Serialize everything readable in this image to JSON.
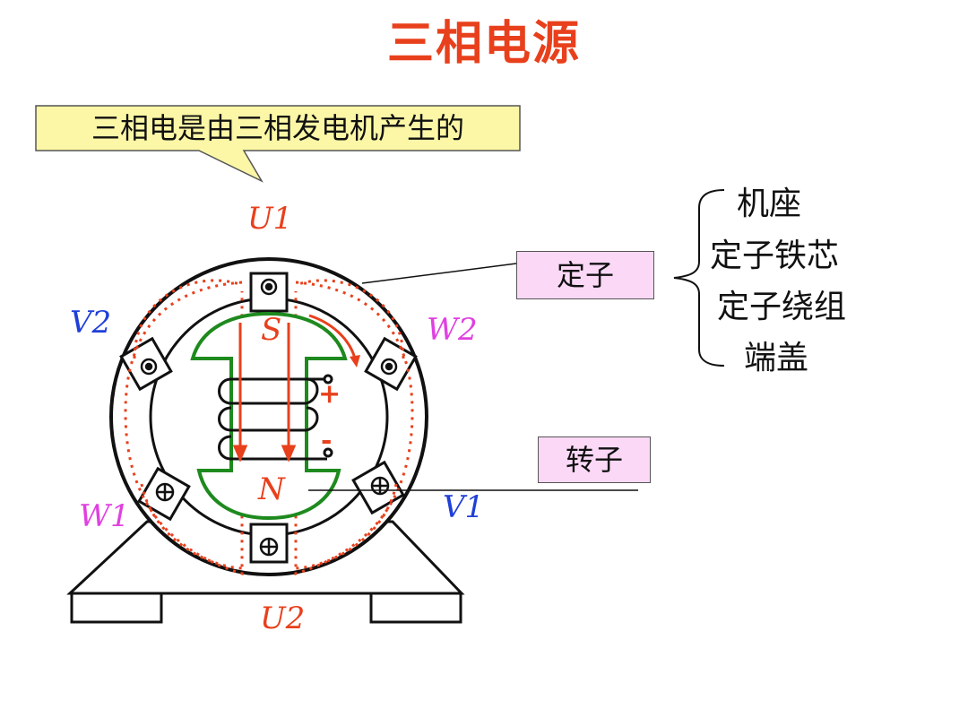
{
  "title": "三相电源",
  "callout": "三相电是由三相发电机产生的",
  "labels": {
    "stator": "定子",
    "rotor": "转子"
  },
  "stator_parts": [
    "机座",
    "定子铁芯",
    "定子绕组",
    "端盖"
  ],
  "terminals": {
    "U1": "U1",
    "U2": "U2",
    "V1": "V1",
    "V2": "V2",
    "W1": "W1",
    "W2": "W2"
  },
  "poles": {
    "north": "N",
    "south": "S"
  },
  "signs": {
    "plus": "+",
    "minus": "-"
  },
  "colors": {
    "title": "#e8401c",
    "U": "#e8401c",
    "V": "#1f3fd8",
    "W": "#e040e0",
    "rotor": "#1e8a1e",
    "callout_fill": "#fbf7a6",
    "label_fill": "#fbd8f6",
    "dotted_winding": "#e8401c"
  }
}
